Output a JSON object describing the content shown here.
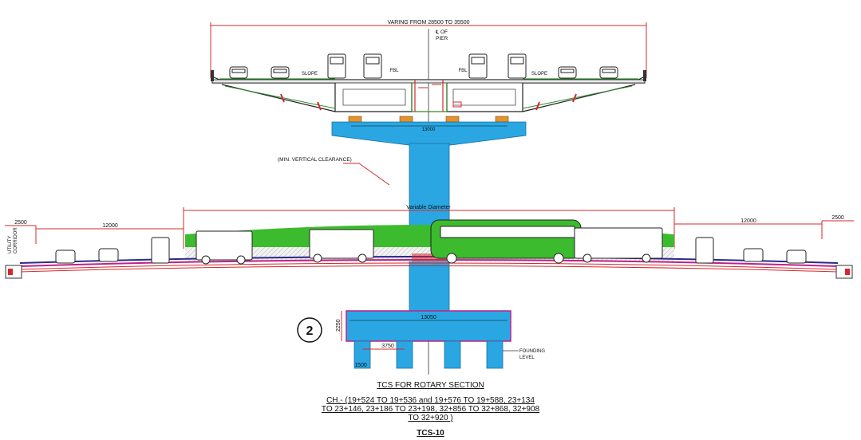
{
  "drawing": {
    "deck_width_note": "VARING FROM 28500 TO 35500",
    "center_of_pier": [
      "℄ OF",
      "PIER"
    ],
    "slope_labels": [
      "SLOPE",
      "SLOPE"
    ],
    "fbl_labels": [
      "FBL",
      "FBL"
    ],
    "pier_cap_width": "13000",
    "clearance_note": "(MIN. VERTICAL CLEARANCE)",
    "pier_diameter_note": "Variable Diameter",
    "carriageway_widths": [
      "12000",
      "12000"
    ],
    "utility_widths": [
      "2500",
      "2500"
    ],
    "utility_corridor": [
      "UTILITY",
      "CORRIDOR"
    ],
    "pile_cap_width": "13050",
    "pile_cap_depth": "2250",
    "pile_spacing": "3750",
    "pile_diameter": "1500",
    "founding_level": [
      "FOUNDING",
      "LEVEL"
    ],
    "section_number": "2",
    "colors": {
      "pier": "#2aa7e2",
      "green_fill": "#3dbb2e",
      "dim_red": "#d6282b",
      "deck_green": "#2e8b2e",
      "magenta": "#c0208a",
      "orange_bearing": "#e8912a"
    }
  },
  "caption": {
    "title": "TCS FOR ROTARY SECTION",
    "chainage_lines": [
      "CH.- (19+524 TO 19+536 and 19+576 TO 19+588, 23+134",
      "TO 23+146, 23+186 TO 23+198, 32+856 TO 32+868, 32+908",
      "TO 32+920 )"
    ],
    "sheet": "TCS-10"
  }
}
